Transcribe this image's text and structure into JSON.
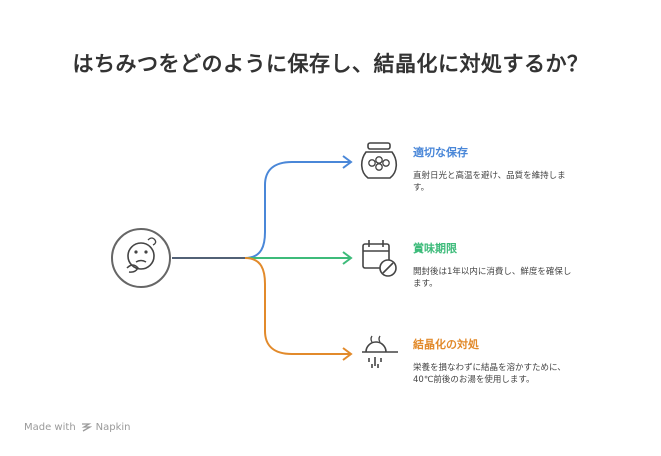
{
  "title": "はちみつをどのように保存し、結晶化に対処するか？",
  "branches": [
    {
      "heading": "適切な保存",
      "desc_line1": "直射日光と高温を避け、品質を維持しま",
      "desc_line2": "す。",
      "color": "#4a87d8",
      "icon": "honey-jar-icon"
    },
    {
      "heading": "賞味期限",
      "desc_line1": "開封後は1年以内に消費し、鮮度を確保し",
      "desc_line2": "ます。",
      "color": "#3dbb7a",
      "icon": "calendar-prohibited-icon"
    },
    {
      "heading": "結晶化の対処",
      "desc_line1": "栄養を損なわずに結晶を溶かすために、",
      "desc_line2": "40℃前後のお湯を使用します。",
      "color": "#e28a2b",
      "icon": "warm-water-icon"
    }
  ],
  "center_icon": "thinking-face-icon",
  "footer": {
    "made_with": "Made with",
    "brand": "Napkin"
  }
}
